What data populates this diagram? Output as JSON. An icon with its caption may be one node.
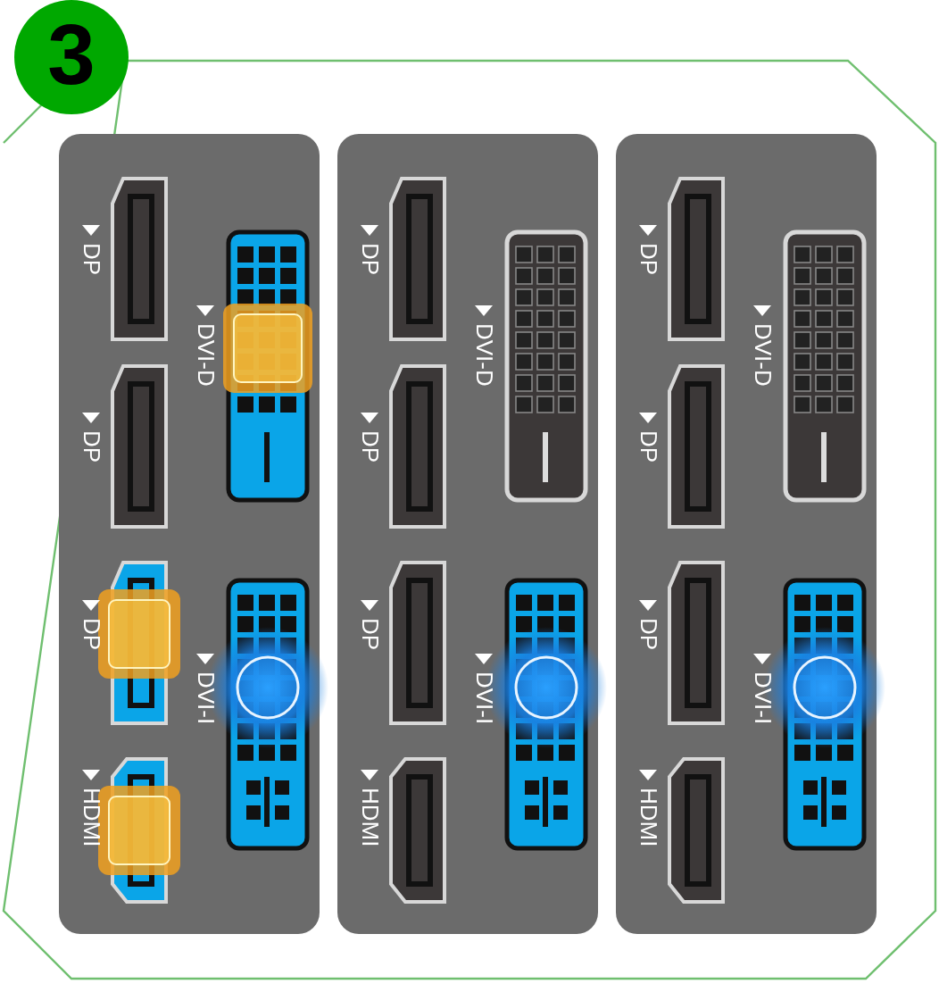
{
  "diagram": {
    "nodes": [
      {
        "text": [
          "3"
        ]
      }
    ],
    "labels": [
      "DP",
      "DVI-D",
      "DP",
      "DP",
      "DVI-I",
      "HDMI",
      "DP",
      "DVI-D",
      "DP",
      "DP",
      "DVI-I",
      "HDMI",
      "DP",
      "DVI-D",
      "DP",
      "DP",
      "DVI-I",
      "HDMI"
    ]
  }
}
